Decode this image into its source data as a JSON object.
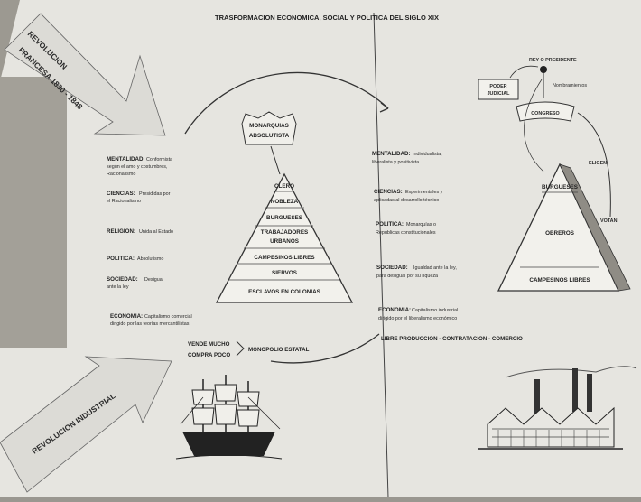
{
  "title": "TRASFORMACION ECONOMICA, SOCIAL Y POLITICA DEL SIGLO XIX",
  "arrows": {
    "top": [
      "REVOLUCION",
      "FRANCESA 1830 - 1848"
    ],
    "bottom": "REVOLUCION INDUSTRIAL"
  },
  "left": {
    "crown": [
      "MONARQUIAS",
      "ABSOLUTISTA"
    ],
    "pyramid": [
      "CLERO",
      "NOBLEZA",
      "BURGUESES",
      "TRABAJADORES",
      "URBANOS",
      "CAMPESINOS LIBRES",
      "SIERVOS",
      "ESCLAVOS EN COLONIAS"
    ],
    "notes": [
      {
        "label": "MENTALIDAD:",
        "text": [
          "Conformista",
          "según el amo y costumbres,",
          "Racionalismo"
        ]
      },
      {
        "label": "CIENCIAS:",
        "text": [
          "Presididas por",
          "el Racionalismo"
        ]
      },
      {
        "label": "RELIGION:",
        "text": [
          "Unida al Estado"
        ]
      },
      {
        "label": "POLITICA:",
        "text": [
          "Absolutismo"
        ]
      },
      {
        "label": "SOCIEDAD:",
        "text": [
          "Desigual",
          "ante la ley"
        ]
      },
      {
        "label": "ECONOMIA:",
        "text": [
          "Capitalismo comercial",
          "dirigido por las teorías mercantilistas"
        ]
      }
    ],
    "trade": [
      "VENDE MUCHO",
      "COMPRA POCO"
    ],
    "monopoly": "MONOPOLIO ESTATAL"
  },
  "right": {
    "notes": [
      {
        "label": "MENTALIDAD:",
        "text": [
          "Individualista,",
          "liberalista y positivista"
        ]
      },
      {
        "label": "CIENCIAS:",
        "text": [
          "Experimentales y",
          "aplicadas al desarrollo técnico"
        ]
      },
      {
        "label": "POLITICA:",
        "text": [
          "Monarquías o",
          "Repúblicas constitucionales"
        ]
      },
      {
        "label": "SOCIEDAD:",
        "text": [
          "Igualdad ante la ley,",
          "para desigual por su riqueza"
        ]
      },
      {
        "label": "ECONOMIA:",
        "text": [
          "Capitalismo industrial",
          "dirigido por el liberalismo económico"
        ]
      }
    ],
    "chain": "LIBRE PRODUCCION  -  CONTRATACION  -  COMERCIO",
    "govern": {
      "ruler": "REY O PRESIDENTE",
      "judicial": [
        "PODER",
        "JUDICIAL"
      ],
      "appoints": "Nombramientos",
      "congress": "CONGRESO",
      "elects": "ELIGEN",
      "vote": "VOTAN"
    },
    "pyramid": [
      "BURGUESES",
      "OBREROS",
      "CAMPESINOS LIBRES"
    ]
  },
  "colors": {
    "paper": "#e7e6e1",
    "shade": "#97948d",
    "ink": "#1e1e1e"
  }
}
